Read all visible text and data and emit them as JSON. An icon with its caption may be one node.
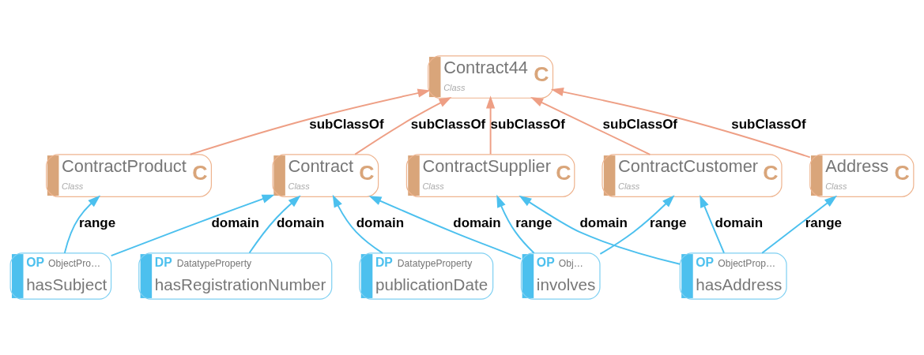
{
  "diagram": {
    "nodes": [
      {
        "text": [
          "Contract44",
          "Class",
          "C"
        ]
      },
      {
        "text": [
          "Contract",
          "Class",
          "C"
        ]
      },
      {
        "text": [
          "OP",
          "ObjectPro…",
          "hasSubject"
        ]
      },
      {
        "text": [
          "ContractCustomer",
          "Class",
          "C"
        ]
      },
      {
        "text": [
          "Address",
          "Class",
          "C"
        ]
      },
      {
        "text": [
          "ContractSupplier",
          "Class",
          "C"
        ]
      },
      {
        "text": [
          "ContractProduct",
          "Class",
          "C"
        ]
      },
      {
        "text": [
          "OP",
          "ObjectProp…",
          "hasAddress"
        ]
      },
      {
        "text": [
          "DP",
          "DatatypeProperty",
          "publicationDate"
        ]
      },
      {
        "text": [
          "OP",
          "Obj…",
          "involves"
        ]
      },
      {
        "text": [
          "DP",
          "DatatypeProperty",
          "hasRegistrationNumber"
        ]
      }
    ],
    "edges": [
      {
        "from": 1,
        "to": 0,
        "arrow": "to",
        "label": "subClassOf",
        "color": "#ee9f85"
      },
      {
        "from": 6,
        "to": 0,
        "arrow": "to",
        "label": "subClassOf",
        "color": "#ee9f85"
      },
      {
        "from": 3,
        "to": 0,
        "arrow": "to",
        "label": "subClassOf",
        "color": "#ee9f85"
      },
      {
        "from": 4,
        "to": 0,
        "arrow": "to",
        "label": "subClassOf",
        "color": "#ee9f85"
      },
      {
        "from": 5,
        "to": 0,
        "arrow": "to",
        "label": "subClassOf",
        "color": "#ee9f85"
      },
      {
        "from": 2,
        "to": 1,
        "arrow": "to",
        "label": "domain"
      },
      {
        "from": 2,
        "to": 6,
        "arrow": "to",
        "label": "range"
      },
      {
        "from": 8,
        "to": 1,
        "arrow": "to",
        "label": "domain"
      },
      {
        "from": 10,
        "to": 1,
        "arrow": "to",
        "label": "domain"
      },
      {
        "from": 9,
        "to": 1,
        "arrow": "to",
        "label": "domain"
      },
      {
        "from": 9,
        "to": 3,
        "arrow": "to",
        "label": "range"
      },
      {
        "from": 9,
        "to": 5,
        "arrow": "to",
        "label": "range"
      },
      {
        "from": 7,
        "to": 3,
        "arrow": "to",
        "label": "domain"
      },
      {
        "from": 7,
        "to": 4,
        "arrow": "to",
        "label": "range"
      },
      {
        "from": 7,
        "to": 5,
        "arrow": "to",
        "label": "domain"
      }
    ]
  }
}
